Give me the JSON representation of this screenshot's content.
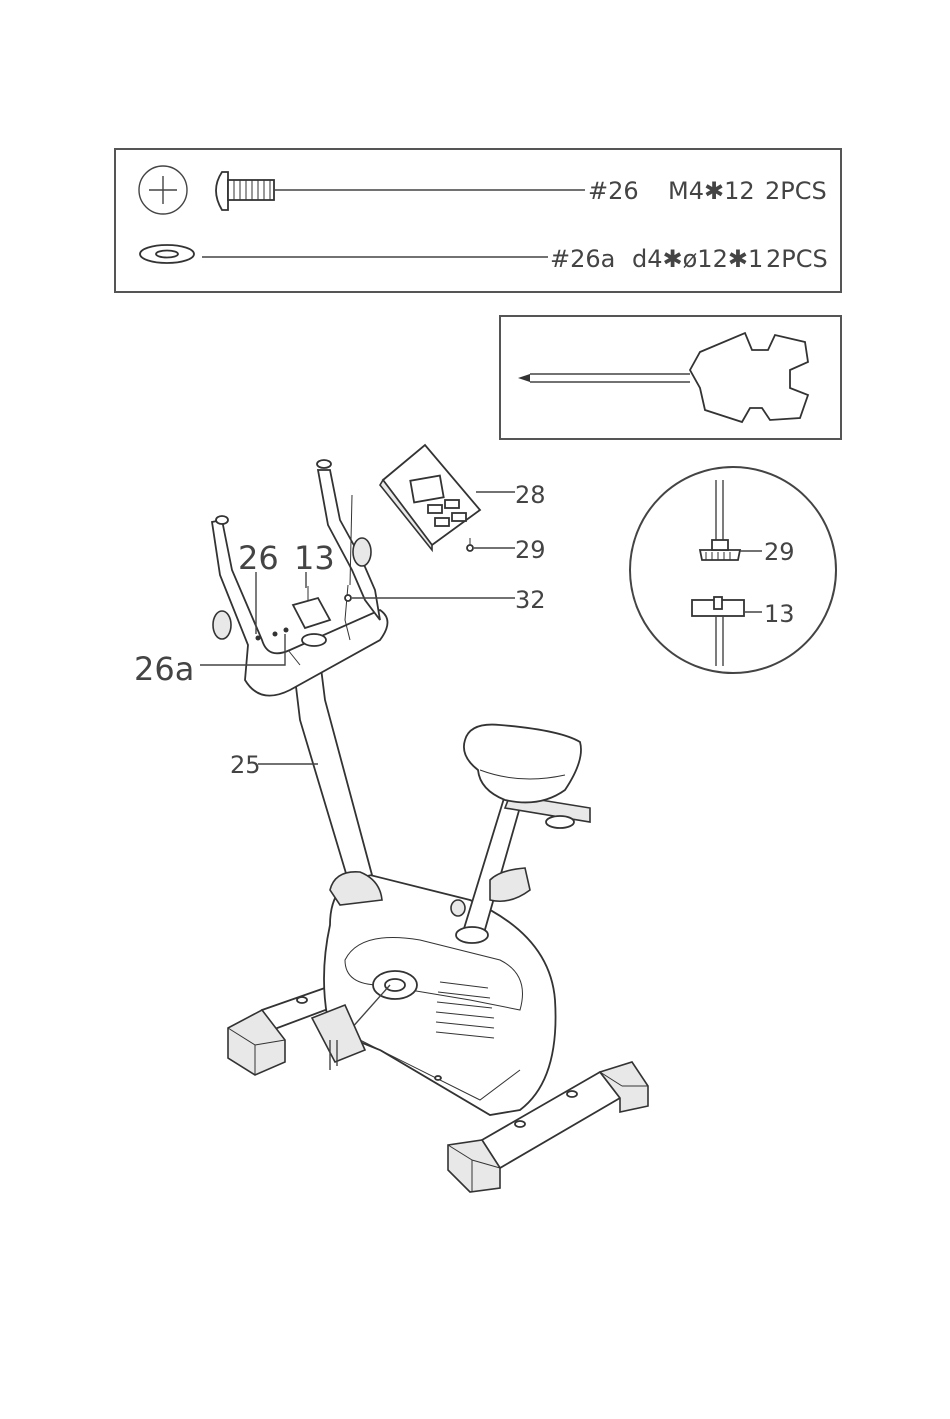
{
  "hardware": {
    "bolt": {
      "code": "#26",
      "spec": "M4✱12",
      "qty": "2PCS",
      "icon": "phillips-head-icon"
    },
    "washer": {
      "code": "#26a",
      "spec": "d4✱ø12✱1",
      "qty": "2PCS",
      "icon": "washer-icon"
    }
  },
  "tool": {
    "icon": "screwdriver-wrench-icon"
  },
  "callouts": {
    "c28": "28",
    "c29": "29",
    "c32": "32",
    "c26": "26",
    "c13": "13",
    "c26a": "26a",
    "c25": "25"
  },
  "detail": {
    "c29": "29",
    "c13": "13"
  }
}
